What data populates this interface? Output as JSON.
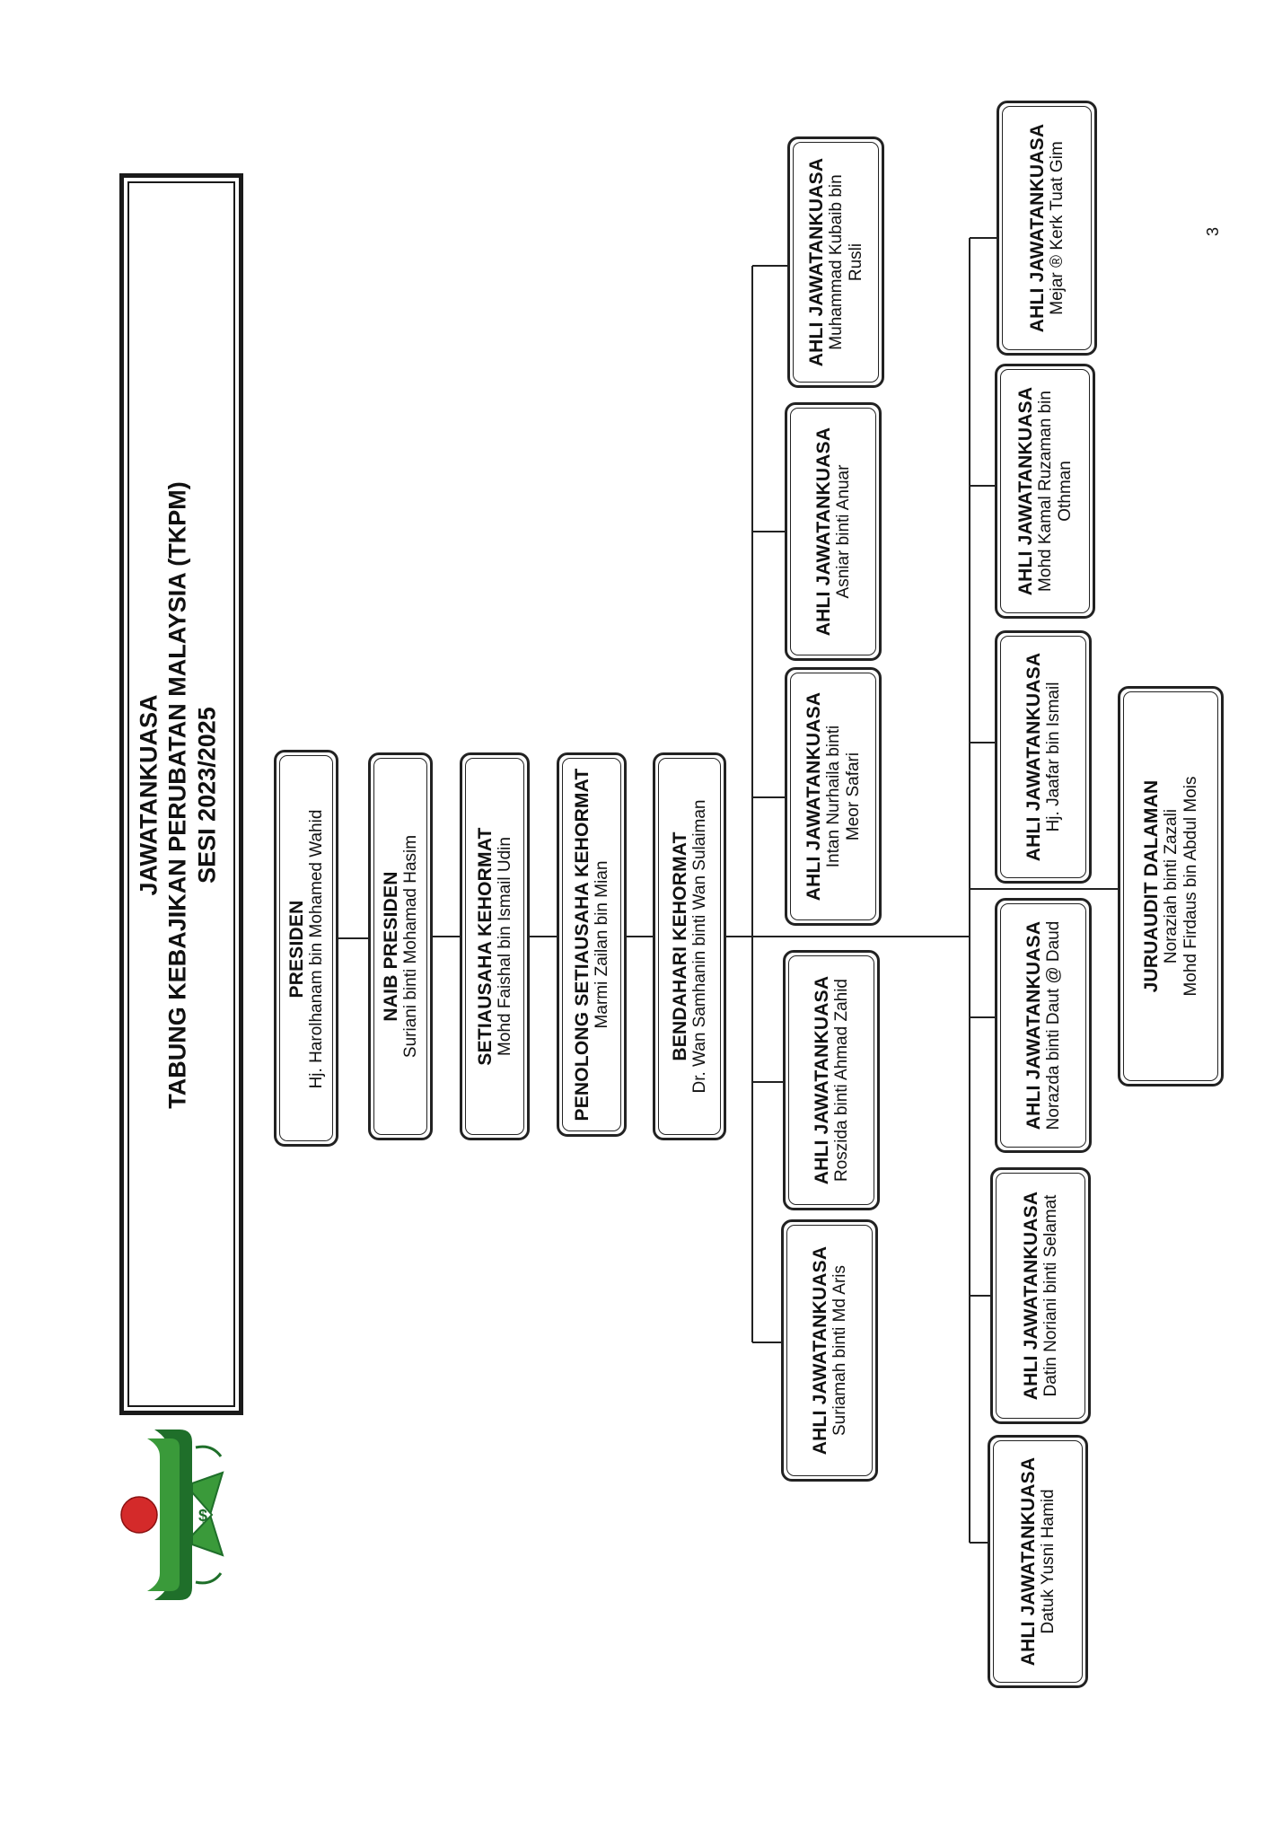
{
  "header": {
    "title_line1": "JAWATANKUASA",
    "title_line2": "TABUNG KEBAJIKAN PERUBATAN MALAYSIA (TKPM)",
    "title_line3": "SESI 2023/2025"
  },
  "logo": {
    "icon": "tkpm-logo",
    "colors": {
      "green": "#3a9a3a",
      "dark_green": "#1f6f2a",
      "red": "#d42a2a"
    }
  },
  "officers": [
    {
      "role": "PRESIDEN",
      "name": "Hj. Harolhanam bin Mohamed Wahid"
    },
    {
      "role": "NAIB PRESIDEN",
      "name": "Suriani binti Mohamad Hasim"
    },
    {
      "role": "SETIAUSAHA KEHORMAT",
      "name": "Mohd Faishal bin Ismail Udin"
    },
    {
      "role": "PENOLONG SETIAUSAHA KEHORMAT",
      "name": "Marmi Zailan bin Mian"
    },
    {
      "role": "BENDAHARI KEHORMAT",
      "name": "Dr. Wan Samhanin binti Wan Sulaiman"
    }
  ],
  "committee_upper": [
    {
      "role": "AHLI JAWATANKUASA",
      "name": "Suriamah binti Md Aris"
    },
    {
      "role": "AHLI JAWATANKUASA",
      "name": "Roszida binti Ahmad Zahid"
    },
    {
      "role": "AHLI JAWATANKUASA",
      "name_line1": "Intan Nurhaila binti",
      "name_line2": "Meor Safari"
    },
    {
      "role": "AHLI JAWATANKUASA",
      "name": "Asniar binti Anuar"
    },
    {
      "role": "AHLI JAWATANKUASA",
      "name_line1": "Muhammad Kubaib bin",
      "name_line2": "Rusli"
    }
  ],
  "committee_lower": [
    {
      "role": "AHLI JAWATANKUASA",
      "name": "Datuk Yusni Hamid"
    },
    {
      "role": "AHLI JAWATANKUASA",
      "name": "Datin Noriani binti Selamat"
    },
    {
      "role": "AHLI JAWATANKUASA",
      "name": "Norazda binti Daut @ Daud"
    },
    {
      "role": "AHLI JAWATANKUASA",
      "name": "Hj. Jaafar bin Ismail"
    },
    {
      "role": "AHLI JAWATANKUASA",
      "name_line1": "Mohd Kamal Ruzaman bin",
      "name_line2": "Othman"
    },
    {
      "role": "AHLI JAWATANKUASA",
      "name": "Mejar ® Kerk Tuat Gim"
    }
  ],
  "auditor": {
    "role": "JURUAUDIT DALAMAN",
    "name_line1": "Noraziah binti Zazali",
    "name_line2": "Mohd Firdaus bin Abdul Mois"
  },
  "page_number": "3"
}
